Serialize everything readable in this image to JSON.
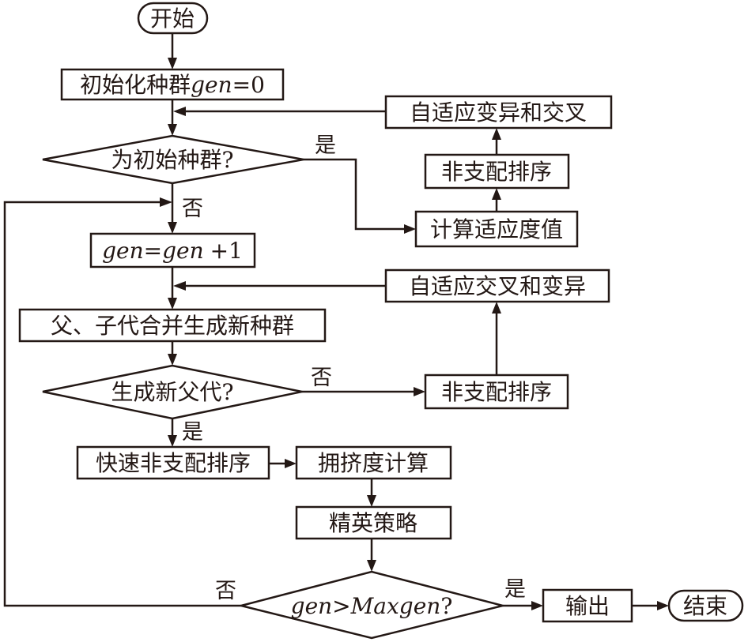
{
  "flowchart": {
    "start": "开始",
    "init_population": {
      "text": "初始化种群",
      "var": "gen",
      "value": "=0"
    },
    "decision_initial": "为初始种群?",
    "label_yes_1": "是",
    "label_no_1": "否",
    "gen_increment": {
      "var1": "gen",
      "eq": "=",
      "var2": "gen",
      "plus": "+1"
    },
    "merge_population": "父、子代合并生成新种群",
    "decision_new_parent": "生成新父代?",
    "label_no_2": "否",
    "label_yes_2": "是",
    "fast_sort": "快速非支配排序",
    "crowding": "拥挤度计算",
    "elite": "精英策略",
    "decision_maxgen": {
      "var1": "gen",
      "op": ">",
      "var2": "Maxgen",
      "q": "?"
    },
    "label_no_3": "否",
    "label_yes_3": "是",
    "output": "输出",
    "end": "结束",
    "calc_fitness": "计算适应度值",
    "nondom_sort_top": "非支配排序",
    "adapt_mut_cross": "自适应变异和交叉",
    "nondom_sort_bottom": "非支配排序",
    "adapt_cross_mut": "自适应交叉和变异"
  }
}
